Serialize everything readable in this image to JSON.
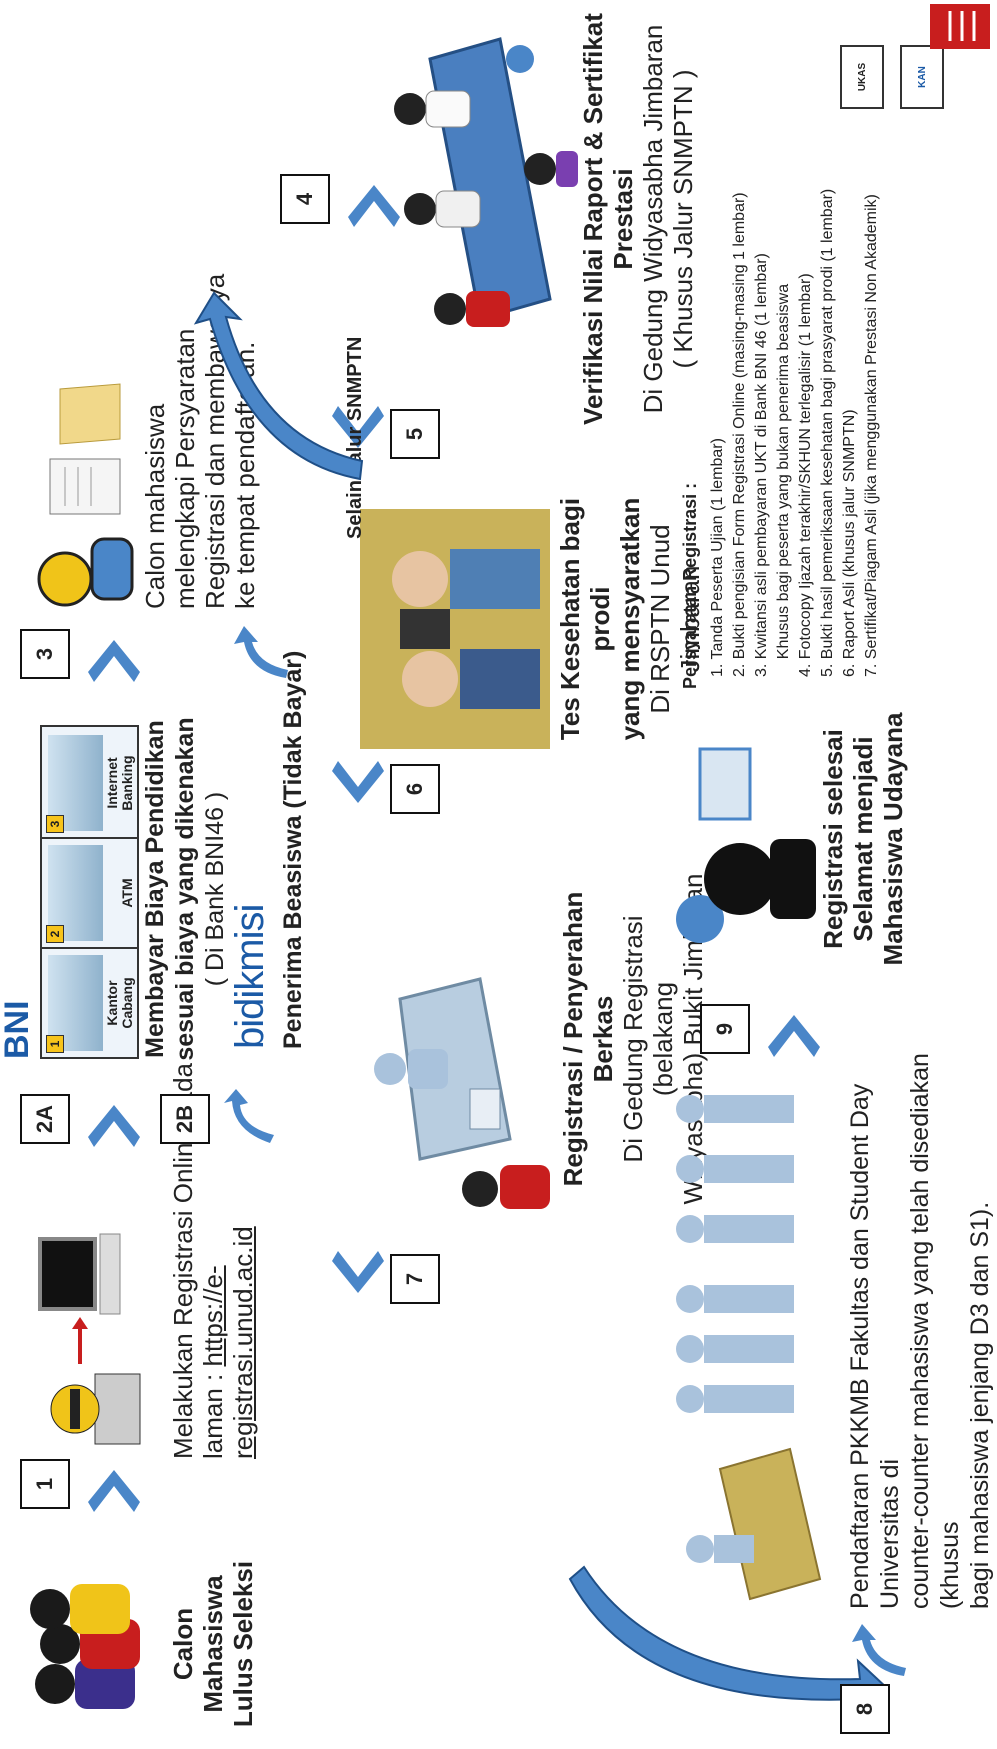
{
  "colors": {
    "accent_blue": "#4a86c8",
    "dark_text": "#222222",
    "step_box_border": "#111111"
  },
  "steps": {
    "s1": "1",
    "s2a": "2A",
    "s2b": "2B",
    "s3": "3",
    "s4": "4",
    "s5": "5",
    "s6": "6",
    "s7": "7",
    "s8": "8",
    "s9": "9"
  },
  "start": {
    "line1": "Calon Mahasiswa",
    "line2": "Lulus Seleksi"
  },
  "online": {
    "line1": "Melakukan Registrasi Online pada",
    "prefix": "laman : ",
    "url": "https://e-registrasi.unud.ac.id"
  },
  "payment": {
    "line1": "Membayar Biaya Pendidikan",
    "line2": "sesuai biaya yang dikenakan",
    "line3": "( Di Bank BNI46 )",
    "bank_logo": "BNI",
    "options": [
      {
        "num": "1",
        "label_a": "Kantor",
        "label_b": "Cabang"
      },
      {
        "num": "2",
        "label_a": "ATM",
        "label_b": ""
      },
      {
        "num": "3",
        "label_a": "Internet",
        "label_b": "Banking"
      }
    ]
  },
  "scholarship": {
    "logo": "bidikmisi",
    "label": "Penerima Beasiswa (Tidak Bayar)"
  },
  "complete_docs": {
    "line1": "Calon mahasiswa",
    "line2": "melengkapi Persyaratan",
    "line3": "Registrasi dan membawanya",
    "line4": "ke tempat pendaftaran."
  },
  "verification": {
    "title": "Verifikasi Nilai Raport & Sertifikat Prestasi",
    "line2": "Di Gedung Widyasabha Jimbaran",
    "line3": "( Khusus Jalur SNMPTN )"
  },
  "other_path": "Selain Jalur SNMPTN",
  "health": {
    "line1": "Tes Kesehatan bagi prodi",
    "line2": "yang mensyaratkan",
    "line3": "Di RSPTN Unud Jimbaran"
  },
  "registration": {
    "title": "Registrasi / Penyerahan Berkas",
    "line2": "Di Gedung Registrasi (belakang",
    "line3": "Widyasabha) Bukit Jimbaran"
  },
  "finish": {
    "line1": "Registrasi selesai",
    "line2": "Selamat menjadi",
    "line3": "Mahasiswa Udayana"
  },
  "requirements": {
    "title": "Persyaratan Registrasi :",
    "items": [
      "1. Tanda Peserta Ujian (1 lembar)",
      "2. Bukti pengisian Form Registrasi Online (masing-masing 1 lembar)",
      "3. Kwitansi asli pembayaran UKT di Bank BNI 46 (1 lembar)",
      "    Khusus bagi peserta yang bukan penerima beasiswa",
      "4. Fotocopy Ijazah terakhir/SKHUN terlegalisir (1 lembar)",
      "5. Bukti hasil pemeriksaan kesehatan bagi prasyarat prodi (1 lembar)",
      "6. Raport Asli (khusus jalur  SNMPTN)",
      "7. Sertifikat/Piagam Asli (jika menggunakan Prestasi Non Akademik)"
    ]
  },
  "pkkmb": {
    "line1": "Pendaftaran PKKMB Fakultas dan Student Day Universitas di",
    "line2": "counter-counter mahasiswa yang telah disediakan (khusus",
    "line3": "bagi mahasiswa jenjang D3 dan S1)."
  },
  "badges": {
    "b1": "KAN",
    "b2": "UKAS"
  }
}
